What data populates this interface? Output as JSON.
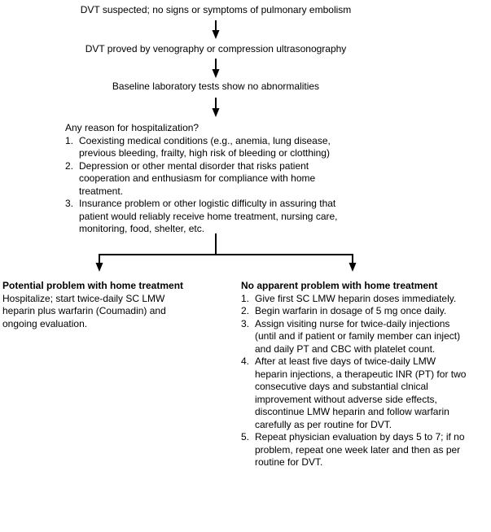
{
  "flowchart": {
    "title_hint": "DVT home-treatment decision flowchart",
    "colors": {
      "text": "#000000",
      "background": "#ffffff",
      "line": "#000000"
    },
    "steps": [
      {
        "text": "DVT suspected; no signs or symptoms of pulmonary embolism"
      },
      {
        "text": "DVT proved by venography or compression ultrasonography"
      },
      {
        "text": "Baseline laboratory tests show no abnormalities"
      }
    ],
    "hospitalization": {
      "intro": "Any reason for hospitalization?",
      "items": [
        {
          "num": "1.",
          "text": "Coexisting medical conditions (e.g., anemia, lung disease,\nprevious bleeding, frailty, high risk of bleeding or clotthing)"
        },
        {
          "num": "2.",
          "text": "Depression or other mental disorder that risks patient\ncooperation and enthusiasm for compliance with home\ntreatment."
        },
        {
          "num": "3.",
          "text": "Insurance problem or other logistic difficulty in assuring that\npatient would reliably receive home treatment, nursing care,\nmonitoring, food, shelter, etc."
        }
      ]
    },
    "left_branch": {
      "heading": "Potential problem with home treatment",
      "body": "Hospitalize; start twice-daily SC LMW\nheparin plus warfarin (Coumadin) and\nongoing evaluation."
    },
    "right_branch": {
      "heading": "No apparent problem with home treatment",
      "items": [
        {
          "num": "1.",
          "text": "Give first SC LMW heparin doses immediately."
        },
        {
          "num": "2.",
          "text": "Begin warfarin in dosage of 5 mg once daily."
        },
        {
          "num": "3.",
          "text": "Assign visiting nurse for twice-daily injections\n(until and if patient or family member can inject)\nand daily PT and CBC with platelet count."
        },
        {
          "num": "4.",
          "text": "After at least five days of twice-daily LMW\nheparin injections, a therapeutic INR (PT) for two\nconsecutive days and substantial clnical\nimprovement without adverse side effects,\ndiscontinue LMW heparin and follow warfarin\ncarefully as per routine for DVT."
        },
        {
          "num": "5.",
          "text": "Repeat physician evaluation by days 5 to 7; if no\nproblem, repeat one week later and then as per\nroutine for DVT."
        }
      ]
    }
  }
}
